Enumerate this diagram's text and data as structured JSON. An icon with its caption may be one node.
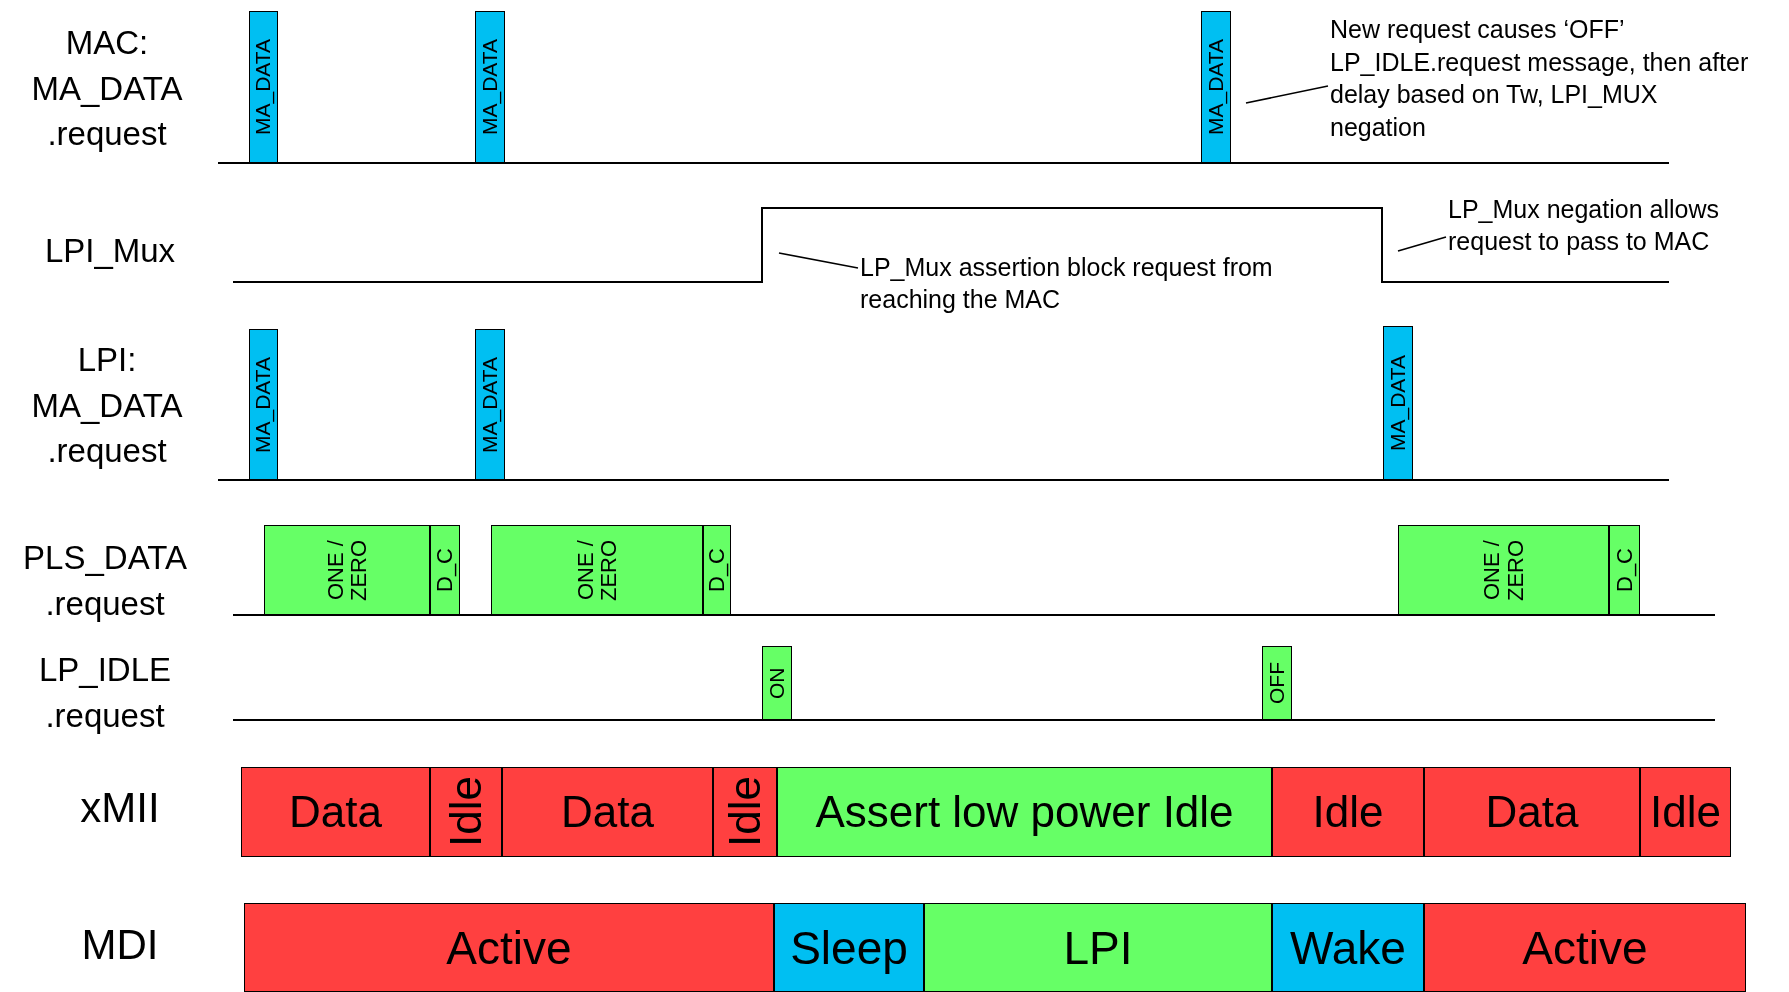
{
  "diagram": {
    "nodes": [
      {
        "text": [
          "MA_DATA"
        ]
      },
      {
        "text": [
          "MA_DATA"
        ]
      },
      {
        "text": [
          "MA_DATA"
        ]
      },
      {
        "text": [
          "New request causes ‘OFF’ LP_IDLE.request message, then after delay based on Tw, LPI_MUX negation"
        ]
      },
      {
        "text": [
          "LP_Mux negation allows request to pass to MAC"
        ]
      },
      {
        "text": [
          "LP_Mux assertion block request from reaching the MAC"
        ]
      },
      {
        "text": [
          "MA_DATA"
        ]
      },
      {
        "text": [
          "MA_DATA"
        ]
      },
      {
        "text": [
          "MA_DATA"
        ]
      },
      {
        "text": [
          "ONE / ZERO"
        ]
      },
      {
        "text": [
          "D_C"
        ]
      },
      {
        "text": [
          "ONE / ZERO"
        ]
      },
      {
        "text": [
          "D_C"
        ]
      },
      {
        "text": [
          "ONE / ZERO"
        ]
      },
      {
        "text": [
          "D_C"
        ]
      },
      {
        "text": [
          "ON"
        ]
      },
      {
        "text": [
          "OFF"
        ]
      },
      {
        "text": [
          "Data"
        ]
      },
      {
        "text": [
          "Idle"
        ]
      },
      {
        "text": [
          "Data"
        ]
      },
      {
        "text": [
          "Idle"
        ]
      },
      {
        "text": [
          "Assert low power Idle"
        ]
      },
      {
        "text": [
          "Idle"
        ]
      },
      {
        "text": [
          "Data"
        ]
      },
      {
        "text": [
          "Idle"
        ]
      },
      {
        "text": [
          "Active"
        ]
      },
      {
        "text": [
          "Sleep"
        ]
      },
      {
        "text": [
          "LPI"
        ]
      },
      {
        "text": [
          "Wake"
        ]
      },
      {
        "text": [
          "Active"
        ]
      }
    ],
    "edges": [
      {
        "from": 3,
        "to": 2,
        "arrow": "none"
      },
      {
        "from": 4,
        "to": null,
        "arrow": "none"
      },
      {
        "from": 5,
        "to": null,
        "arrow": "none"
      }
    ],
    "labels": [
      "MAC: MA_DATA .request",
      "LPI_Mux",
      "LPI: MA_DATA .request",
      "PLS_DATA .request",
      "LP_IDLE .request",
      "xMII",
      "MDI"
    ]
  }
}
